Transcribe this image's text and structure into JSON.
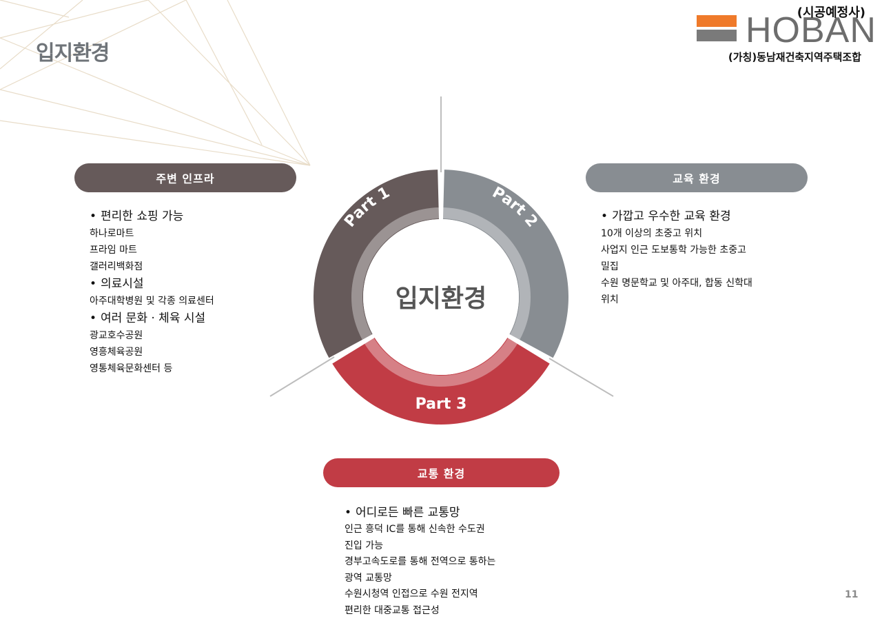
{
  "page": {
    "title": "입지환경",
    "number": "11"
  },
  "logo": {
    "role": "(시공예정사)",
    "brand": "HOBAN",
    "union": "(가칭)동남재건축지역주택조합",
    "colors": {
      "orange": "#ef7a2a",
      "gray": "#7a7a7a"
    }
  },
  "diagram": {
    "center_label": "입지환경",
    "parts": [
      {
        "label": "Part 1",
        "color": "#665a5a"
      },
      {
        "label": "Part 2",
        "color": "#888d92"
      },
      {
        "label": "Part 3",
        "color": "#c13c45"
      }
    ]
  },
  "infra": {
    "heading": "주변 인프라",
    "groups": [
      {
        "bullet": "편리한 쇼핑 가능",
        "items": [
          "하나로마트",
          "프라임 마트",
          "갤러리백화점"
        ]
      },
      {
        "bullet": "의료시설",
        "items": [
          "아주대학병원 및 각종 의료센터"
        ]
      },
      {
        "bullet": "여러 문화 · 체육 시설",
        "items": [
          "광교호수공원",
          "영흥체육공원",
          "영통체육문화센터 등"
        ]
      }
    ]
  },
  "education": {
    "heading": "교육 환경",
    "bullet": "가깝고 우수한 교육 환경",
    "items": [
      "10개 이상의 초중고 위치",
      "사업지 인근 도보통학 가능한 초중고",
      "밀집",
      "수원 명문학교 및 아주대, 합동 신학대",
      "위치"
    ]
  },
  "traffic": {
    "heading": "교통 환경",
    "bullet": "어디로든 빠른 교통망",
    "items": [
      "인근 흥덕 IC를 통해 신속한 수도권",
      "진입 가능",
      "경부고속도로를 통해 전역으로 통하는",
      "광역 교통망",
      "수원시청역 인접으로 수원 전지역",
      "편리한 대중교통 접근성"
    ]
  }
}
